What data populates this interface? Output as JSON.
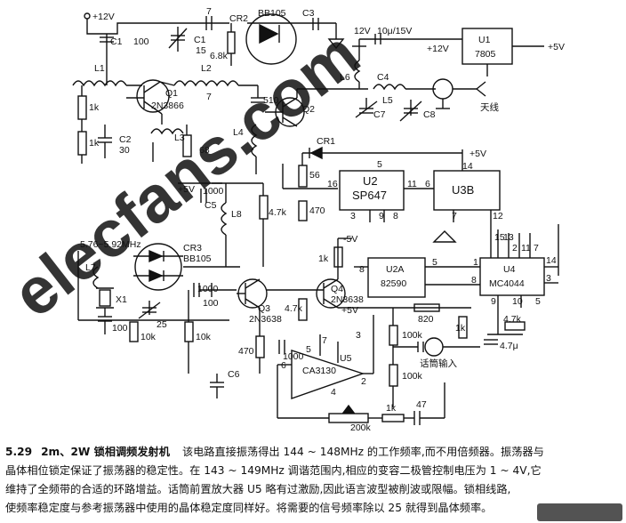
{
  "labels": {
    "plus12v": "+12V",
    "c1a": "C1",
    "c1b": "C1",
    "c1b_val": "15",
    "cap100a": "100",
    "seven_a": "7",
    "seven_b": "7",
    "cr2": "CR2",
    "bb105a": "BB105",
    "c3": "C3",
    "r68k": "6.8k",
    "l1": "L1",
    "l2": "L2",
    "q1": "Q1",
    "q1_part": "2N3866",
    "r1k_a": "1k",
    "r1k_b": "1k",
    "c2": "C2",
    "c2_val": "30",
    "l3": "L3",
    "r68": "68",
    "c510": "510",
    "q2": "Q2",
    "l4": "L4",
    "plus12v_b": "12V",
    "cap10u": "10μ/15V",
    "plus12v_c": "+12V",
    "u1": "U1",
    "u1_part": "7805",
    "plus5v_a": "+5V",
    "l6": "L6",
    "c4": "C4",
    "l5": "L5",
    "c7": "C7",
    "c8": "C8",
    "antenna": "天线",
    "cr1": "CR1",
    "plus5v_b": "+5V",
    "r56": "56",
    "r470a": "470",
    "u2": "U2",
    "u2_part": "SP647",
    "pin5a": "5",
    "pin14a": "14",
    "pin16": "16",
    "pin11": "11",
    "pin6a": "6",
    "u3b": "U3B",
    "pin3a": "3",
    "pin9a": "9",
    "pin8a": "8",
    "pin7a": "7",
    "pin12": "12",
    "plus5v_c": "+5V",
    "c1000a": "1000",
    "c5": "C5",
    "l8": "L8",
    "r47k_a": "4.7k",
    "freq": "5.76~5.92MHz",
    "cr3": "CR3",
    "bb105b": "BB105",
    "l7": "L7",
    "x1": "X1",
    "c1000b": "1000",
    "c100b": "100",
    "c100c": "100",
    "c25": "25",
    "r10k_a": "10k",
    "r10k_b": "10k",
    "minus5v": "-5V",
    "r1k_c": "1k",
    "u2a": "U2A",
    "u2a_part": "82590",
    "pin8b": "8",
    "pin5b": "5",
    "pin8c": "8",
    "pin1": "1",
    "pin15": "15",
    "pin13": "13",
    "pin2": "2",
    "pin11b": "11",
    "pin7b": "7",
    "pin14b": "14",
    "u4": "U4",
    "u4_part": "MC4044",
    "pin3b": "3",
    "pin9b": "9",
    "pin10": "10",
    "pin5c": "5",
    "q3": "Q3",
    "q3_part": "2N3638",
    "q4": "Q4",
    "q4_part": "2N3638",
    "r47k_b": "4.7k",
    "plus5v_d": "+5V",
    "r820": "820",
    "r1k_d": "1k",
    "r47k_c": "4.7k",
    "c47u": "4.7μ",
    "r470b": "470",
    "c1000c": "1000",
    "c6": "C6",
    "pin7c": "7",
    "pin3c": "3",
    "pin5d": "5",
    "u5": "U5",
    "u5_part": "CA3130",
    "pin6b": "6",
    "pin2b": "2",
    "pin4": "4",
    "r100k_a": "100k",
    "r100k_b": "100k",
    "mic": "话筒输入",
    "r1k_e": "1k",
    "c47": "47",
    "r200k": "200k"
  },
  "watermark": {
    "text": "elecfans.com",
    "color": "#d42a2a"
  },
  "caption": {
    "number": "5.29",
    "title": "2m、2W 锁相调频发射机",
    "line1": "该电路直接振荡得出 144 ~ 148MHz 的工作频率,而不用倍频器。振荡器与",
    "line2": "晶体相位锁定保证了振荡器的稳定性。在 143 ~ 149MHz 调谐范围内,相应的变容二极管控制电压为 1 ~ 4V,它",
    "line3": "维持了全频带的合适的环路增益。话筒前置放大器 U5 略有过激励,因此语言波型被削波或限幅。锁相线路,",
    "line4": "使频率稳定度与参考振荡器中使用的晶体稳定度同样好。将需要的信号频率除以 25 就得到晶体频率。"
  }
}
